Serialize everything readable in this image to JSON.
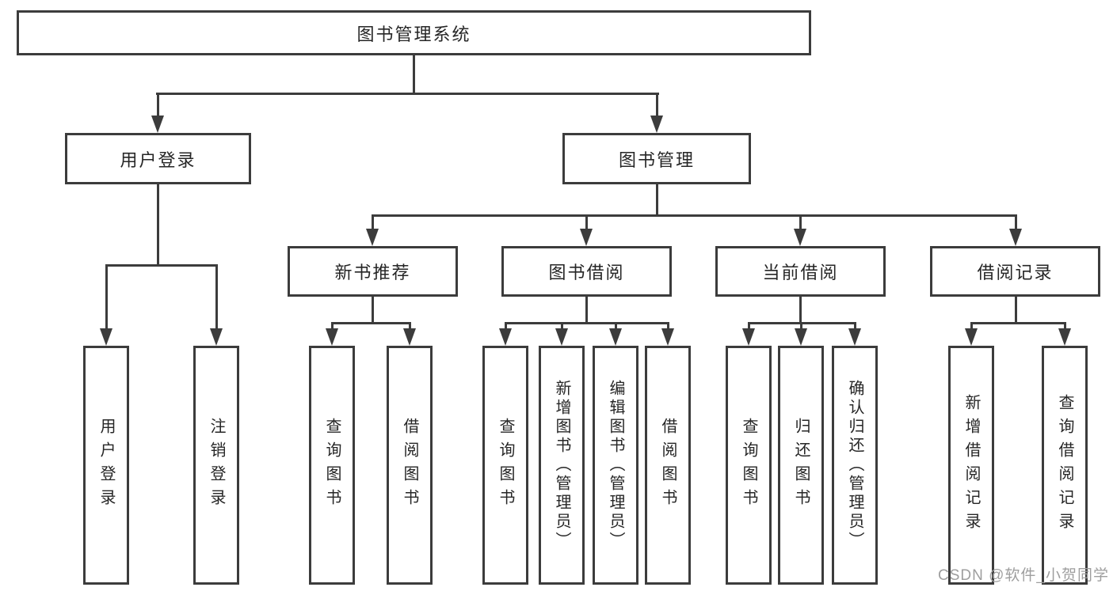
{
  "tree": {
    "root": "图书管理系统",
    "branches": [
      {
        "label": "用户登录",
        "children": [
          {
            "label": "用户登录"
          },
          {
            "label": "注销登录"
          }
        ]
      },
      {
        "label": "图书管理",
        "children": [
          {
            "label": "新书推荐",
            "children": [
              {
                "label": "查询图书"
              },
              {
                "label": "借阅图书"
              }
            ]
          },
          {
            "label": "图书借阅",
            "children": [
              {
                "label": "查询图书"
              },
              {
                "label": "新增图书（管理员）"
              },
              {
                "label": "编辑图书（管理员）"
              },
              {
                "label": "借阅图书"
              }
            ]
          },
          {
            "label": "当前借阅",
            "children": [
              {
                "label": "查询图书"
              },
              {
                "label": "归还图书"
              },
              {
                "label": "确认归还（管理员）"
              }
            ]
          },
          {
            "label": "借阅记录",
            "children": [
              {
                "label": "新增借阅记录"
              },
              {
                "label": "查询借阅记录"
              }
            ]
          }
        ]
      }
    ]
  },
  "watermark": {
    "text": "CSDN @软件_小贺同学"
  },
  "colors": {
    "line": "#3c3c3c",
    "text": "#262626",
    "watermark": "#9e9e9e",
    "background": "#ffffff"
  }
}
